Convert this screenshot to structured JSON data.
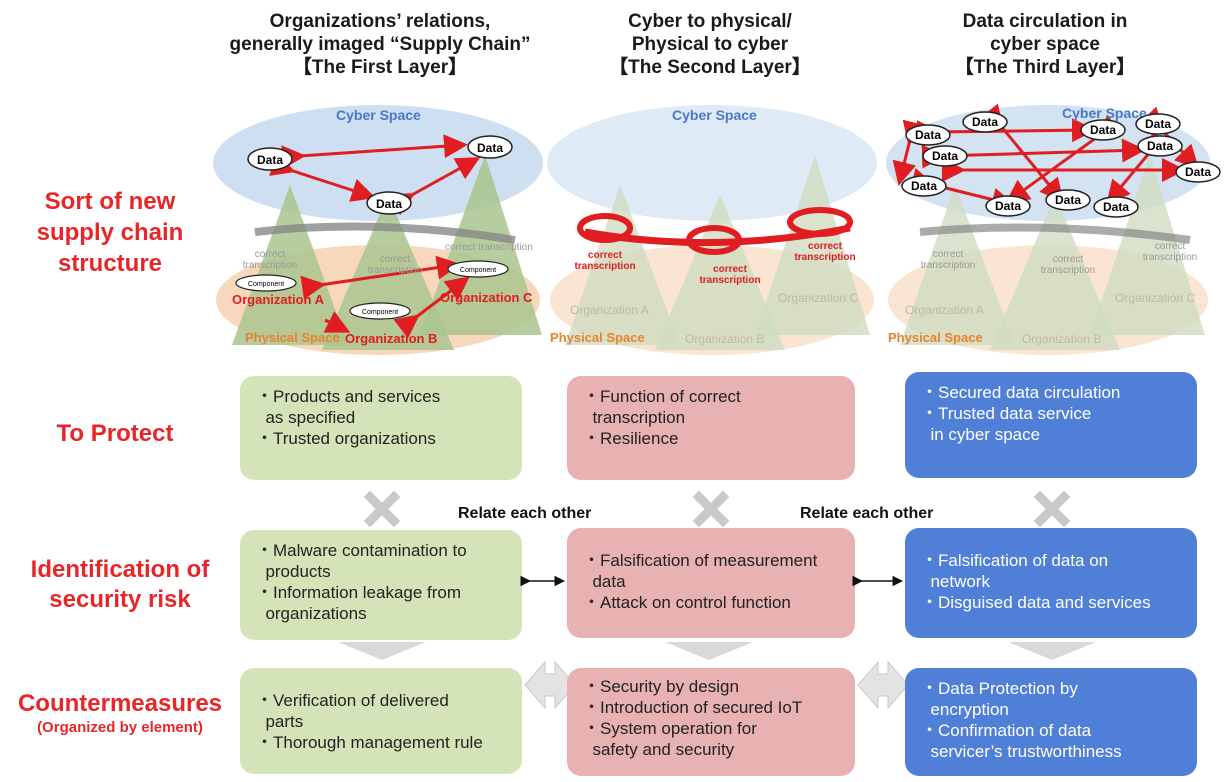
{
  "columns": [
    {
      "title_lines": [
        "Organizations’ relations,",
        "generally imaged “Supply Chain”",
        "【The First Layer】"
      ],
      "protect_lines": [
        "・Products and services",
        "  as specified",
        "・Trusted organizations"
      ],
      "risk_lines": [
        "・Malware contamination to",
        "  products",
        "・Information leakage from",
        "  organizations"
      ],
      "counter_lines": [
        "・Verification of delivered",
        "  parts",
        "・Thorough management rule"
      ]
    },
    {
      "title_lines": [
        "Cyber to physical/",
        "Physical to cyber",
        "【The Second Layer】"
      ],
      "protect_lines": [
        "・Function of correct",
        "  transcription",
        "・Resilience"
      ],
      "risk_lines": [
        "・Falsification of measurement",
        "  data",
        "・Attack on control function"
      ],
      "counter_lines": [
        "・Security by design",
        "・Introduction of secured IoT",
        "・System operation for",
        "  safety and security"
      ]
    },
    {
      "title_lines": [
        "Data circulation in",
        "cyber space",
        "【The Third Layer】"
      ],
      "protect_lines": [
        "・Secured data circulation",
        "・Trusted data service",
        "  in cyber space"
      ],
      "risk_lines": [
        "・Falsification of data on",
        "  network",
        "・Disguised data and services"
      ],
      "counter_lines": [
        "・Data Protection by",
        "  encryption",
        "・Confirmation of data",
        "  servicer’s trustworthiness"
      ]
    }
  ],
  "row_labels": {
    "structure_lines": [
      "Sort of new",
      "supply chain",
      "structure"
    ],
    "protect": "To Protect",
    "risk_lines": [
      "Identification of",
      "security risk"
    ],
    "counter": "Countermeasures",
    "counter_sub": "(Organized by element)"
  },
  "relate": [
    "Relate each other",
    "Relate each other"
  ],
  "diagram_text": {
    "cyber_space": "Cyber Space",
    "physical_space": "Physical Space",
    "data": "Data",
    "component": "Component",
    "org_a": "Organization A",
    "org_b": "Organization B",
    "org_c": "Organization C",
    "correct": "correct",
    "transcription": "transcription",
    "correct_transcription": "correct transcription"
  },
  "colors": {
    "red_label": "#e8262a",
    "green_box": "#d5e4b8",
    "pink_box": "#e8b1b2",
    "blue_box": "#4f7fd6",
    "cyber_blue": "#4a78c8",
    "physical_orange": "#e9822d"
  }
}
